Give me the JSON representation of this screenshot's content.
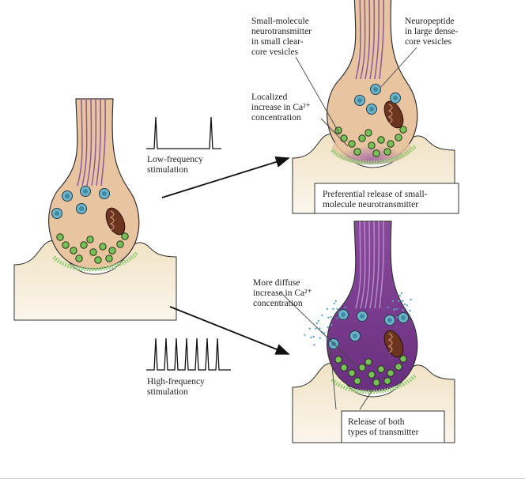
{
  "low_frequency": {
    "label_lines": [
      "Low-frequency",
      "stimulation"
    ]
  },
  "high_frequency": {
    "label_lines": [
      "High-frequency",
      "stimulation"
    ]
  },
  "top_panel": {
    "small_molecule_label": [
      "Small-molecule",
      "neurotransmitter",
      "in small clear-",
      "core vesicles"
    ],
    "neuropeptide_label": [
      "Neuropeptide",
      "in large dense-",
      "core vesicles"
    ],
    "calcium_label": [
      "Localized",
      "increase in Ca²⁺",
      "concentration"
    ],
    "release_label": [
      "Preferential release of small-",
      "molecule neurotransmitter"
    ]
  },
  "bottom_panel": {
    "calcium_label": [
      "More diffuse",
      "increase in Ca²⁺",
      "concentration"
    ],
    "release_label": [
      "Release of both",
      "types of transmitter"
    ]
  },
  "colors": {
    "terminal": "#e8c4a0",
    "post": "#f3e6cc",
    "purple": "#7a3c8c",
    "small_vesicle": "#7bbf5a",
    "large_vesicle": "#6fb3c8",
    "mito": "#6b3520"
  }
}
